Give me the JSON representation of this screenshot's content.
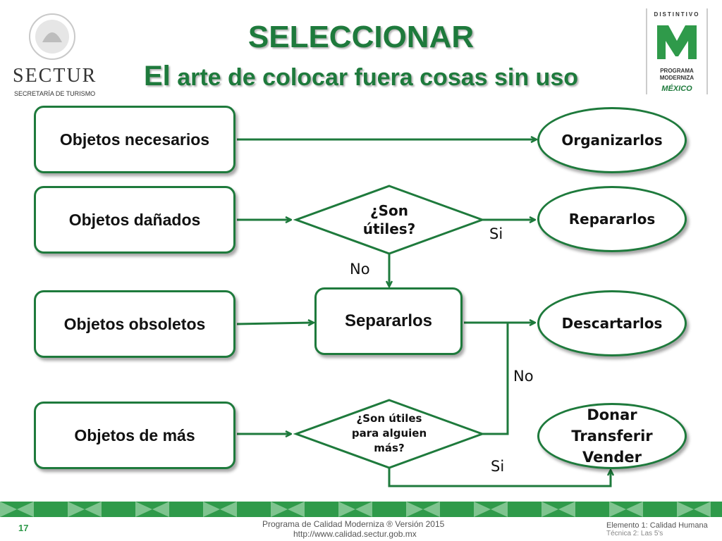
{
  "header": {
    "sectur_logo": "SECTUR",
    "sectur_sub": "SECRETARÍA DE TURISMO",
    "title": "SELECCIONAR",
    "subtitle_first": "El",
    "subtitle_rest": "arte de colocar fuera cosas sin uso",
    "badge_top": "DISTINTIVO",
    "badge_mid1": "PROGRAMA",
    "badge_mid2": "MODERNIZA",
    "badge_bottom": "MÉXICO"
  },
  "diagram": {
    "sources": [
      "Objetos necesarios",
      "Objetos dañados",
      "Objetos obsoletos",
      "Objetos de más"
    ],
    "decision1": [
      "¿Son",
      "útiles?"
    ],
    "decision2": [
      "¿Son útiles",
      "para alguien",
      "más?"
    ],
    "process": "Separarlos",
    "outcomes": {
      "organize": "Organizarlos",
      "repair": "Repararlos",
      "discard": "Descartarlos",
      "donate": [
        "Donar",
        "Transferir",
        "Vender"
      ]
    },
    "labels": {
      "yes": "Si",
      "no": "No"
    }
  },
  "footer": {
    "page_number": "17",
    "center_line1": "Programa de Calidad Moderniza ® Versión 2015",
    "center_line2": "http://www.calidad.sectur.gob.mx",
    "right_line1": "Elemento 1: Calidad Humana",
    "right_line2": "Técnica 2: Las 5's"
  },
  "colors": {
    "green": "#1e7a3c",
    "band": "#2f9a4a"
  }
}
